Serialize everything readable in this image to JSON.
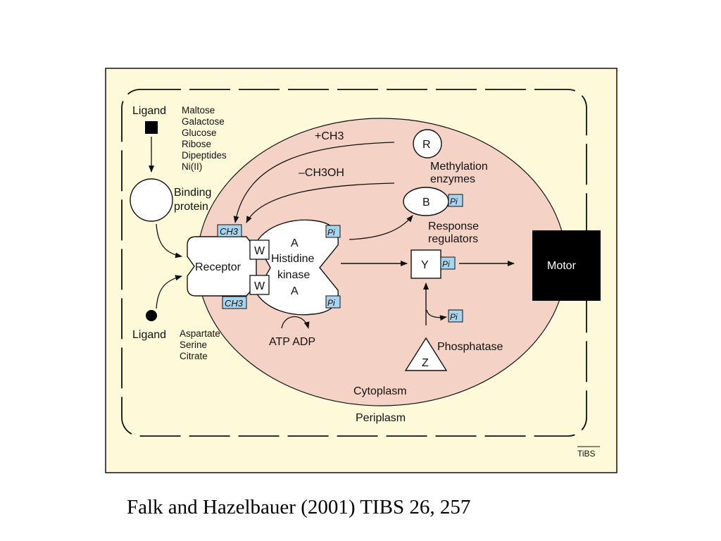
{
  "colors": {
    "periplasm": "#fdf9d9",
    "cytoplasm": "#f4d2c6",
    "phospho_tag": "#a9d4ef",
    "motor": "#000000"
  },
  "diagram": {
    "ligand_top": {
      "label": "Ligand",
      "items": [
        "Maltose",
        "Galactose",
        "Glucose",
        "Ribose",
        "Dipeptides",
        "Ni(II)"
      ]
    },
    "binding_protein": {
      "line1": "Binding",
      "line2": "protein"
    },
    "ligand_bottom": {
      "label": "Ligand",
      "items": [
        "Aspartate",
        "Serine",
        "Citrate"
      ]
    },
    "receptor": {
      "label": "Receptor",
      "ch3_tag": "CH3"
    },
    "w_protein": "W",
    "kinase": {
      "a_label": "A",
      "line1": "Histidine",
      "line2": "kinase"
    },
    "phospho_tag": "Pi",
    "atp_adp": "ATP ADP",
    "methylation": {
      "add_label": "+CH3",
      "remove_label": "–CH3OH",
      "r_label": "R",
      "line1": "Methylation",
      "line2": "enzymes"
    },
    "b_label": "B",
    "response_regulators": {
      "line1": "Response",
      "line2": "regulators"
    },
    "y_label": "Y",
    "motor_label": "Motor",
    "z_label": "Z",
    "phosphatase_label": "Phosphatase",
    "cytoplasm_label": "Cytoplasm",
    "periplasm_label": "Periplasm",
    "journal_mark": "TiBS"
  },
  "caption": "Falk and Hazelbauer (2001) TIBS 26, 257"
}
